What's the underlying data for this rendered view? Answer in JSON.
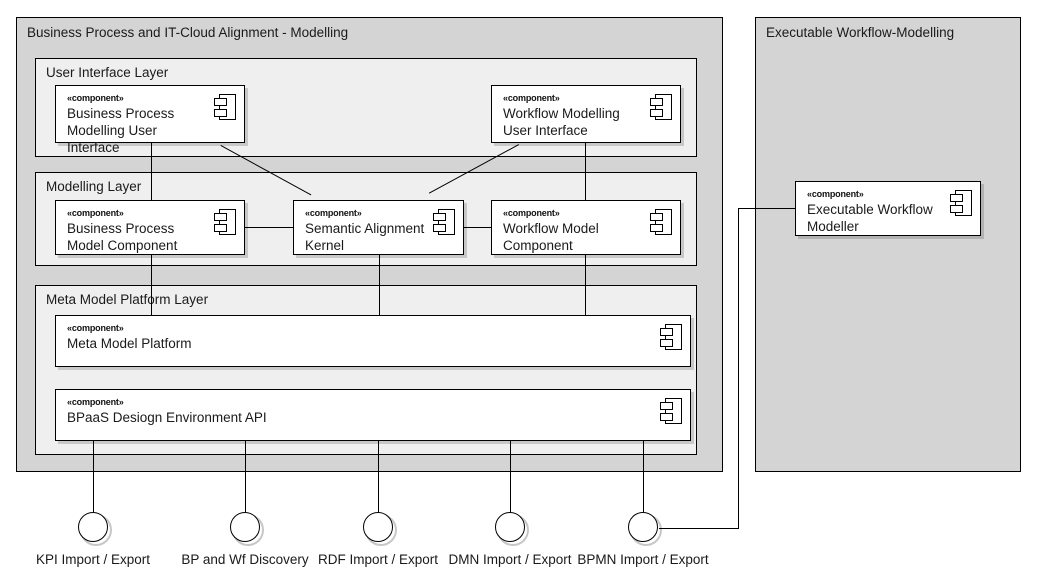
{
  "diagram": {
    "title": "Business Process and IT-Cloud Alignment - Modelling",
    "type": "uml-component-diagram"
  },
  "packages": [
    {
      "id": "main-package",
      "title": "Business Process and IT-Cloud Alignment - Modelling"
    },
    {
      "id": "executable-package",
      "title": "Executable Workflow-Modelling"
    }
  ],
  "layers": [
    {
      "id": "user-interface-layer",
      "title": "User Interface Layer"
    },
    {
      "id": "modelling-layer",
      "title": "Modelling Layer"
    },
    {
      "id": "meta-model-platform-layer",
      "title": "Meta Model Platform Layer"
    }
  ],
  "stereotype": "«component»",
  "components": [
    {
      "id": "business-process-modelling-user-interface",
      "stereotype": "«component»",
      "name": "Business Process Modelling User Interface",
      "layer": "user-interface-layer"
    },
    {
      "id": "workflow-modelling-user-interface",
      "stereotype": "«component»",
      "name": "Workflow Modelling User Interface",
      "layer": "user-interface-layer"
    },
    {
      "id": "business-process-model-component",
      "stereotype": "«component»",
      "name": "Business Process Model Component",
      "layer": "modelling-layer"
    },
    {
      "id": "semantic-alignment-kernel",
      "stereotype": "«component»",
      "name": "Semantic Alignment Kernel",
      "layer": "modelling-layer"
    },
    {
      "id": "workflow-model-component",
      "stereotype": "«component»",
      "name": "Workflow Model Component",
      "layer": "modelling-layer"
    },
    {
      "id": "meta-model-platform",
      "stereotype": "«component»",
      "name": "Meta Model Platform",
      "layer": "meta-model-platform-layer"
    },
    {
      "id": "bpaas-design-environment-api",
      "stereotype": "«component»",
      "name": "BPaaS Desiogn Environment API",
      "layer": "meta-model-platform-layer"
    },
    {
      "id": "executable-workflow-modeller",
      "stereotype": "«component»",
      "name": "Executable Workflow Modeller",
      "layer": "executable-package"
    }
  ],
  "interfaces": [
    {
      "id": "kpi-import-export",
      "label": "KPI Import / Export"
    },
    {
      "id": "bp-and-wf-discovery",
      "label": "BP and Wf Discovery"
    },
    {
      "id": "rdf-import-export",
      "label": "RDF Import / Export"
    },
    {
      "id": "dmn-import-export",
      "label": "DMN Import / Export"
    },
    {
      "id": "bpmn-import-export",
      "label": "BPMN Import / Export"
    }
  ],
  "colors": {
    "package_fill": "#d4d4d4",
    "layer_fill": "#efefef",
    "component_fill": "#ffffff",
    "stroke": "#000000",
    "text": "#1a1a1a",
    "canvas": "#ffffff"
  }
}
